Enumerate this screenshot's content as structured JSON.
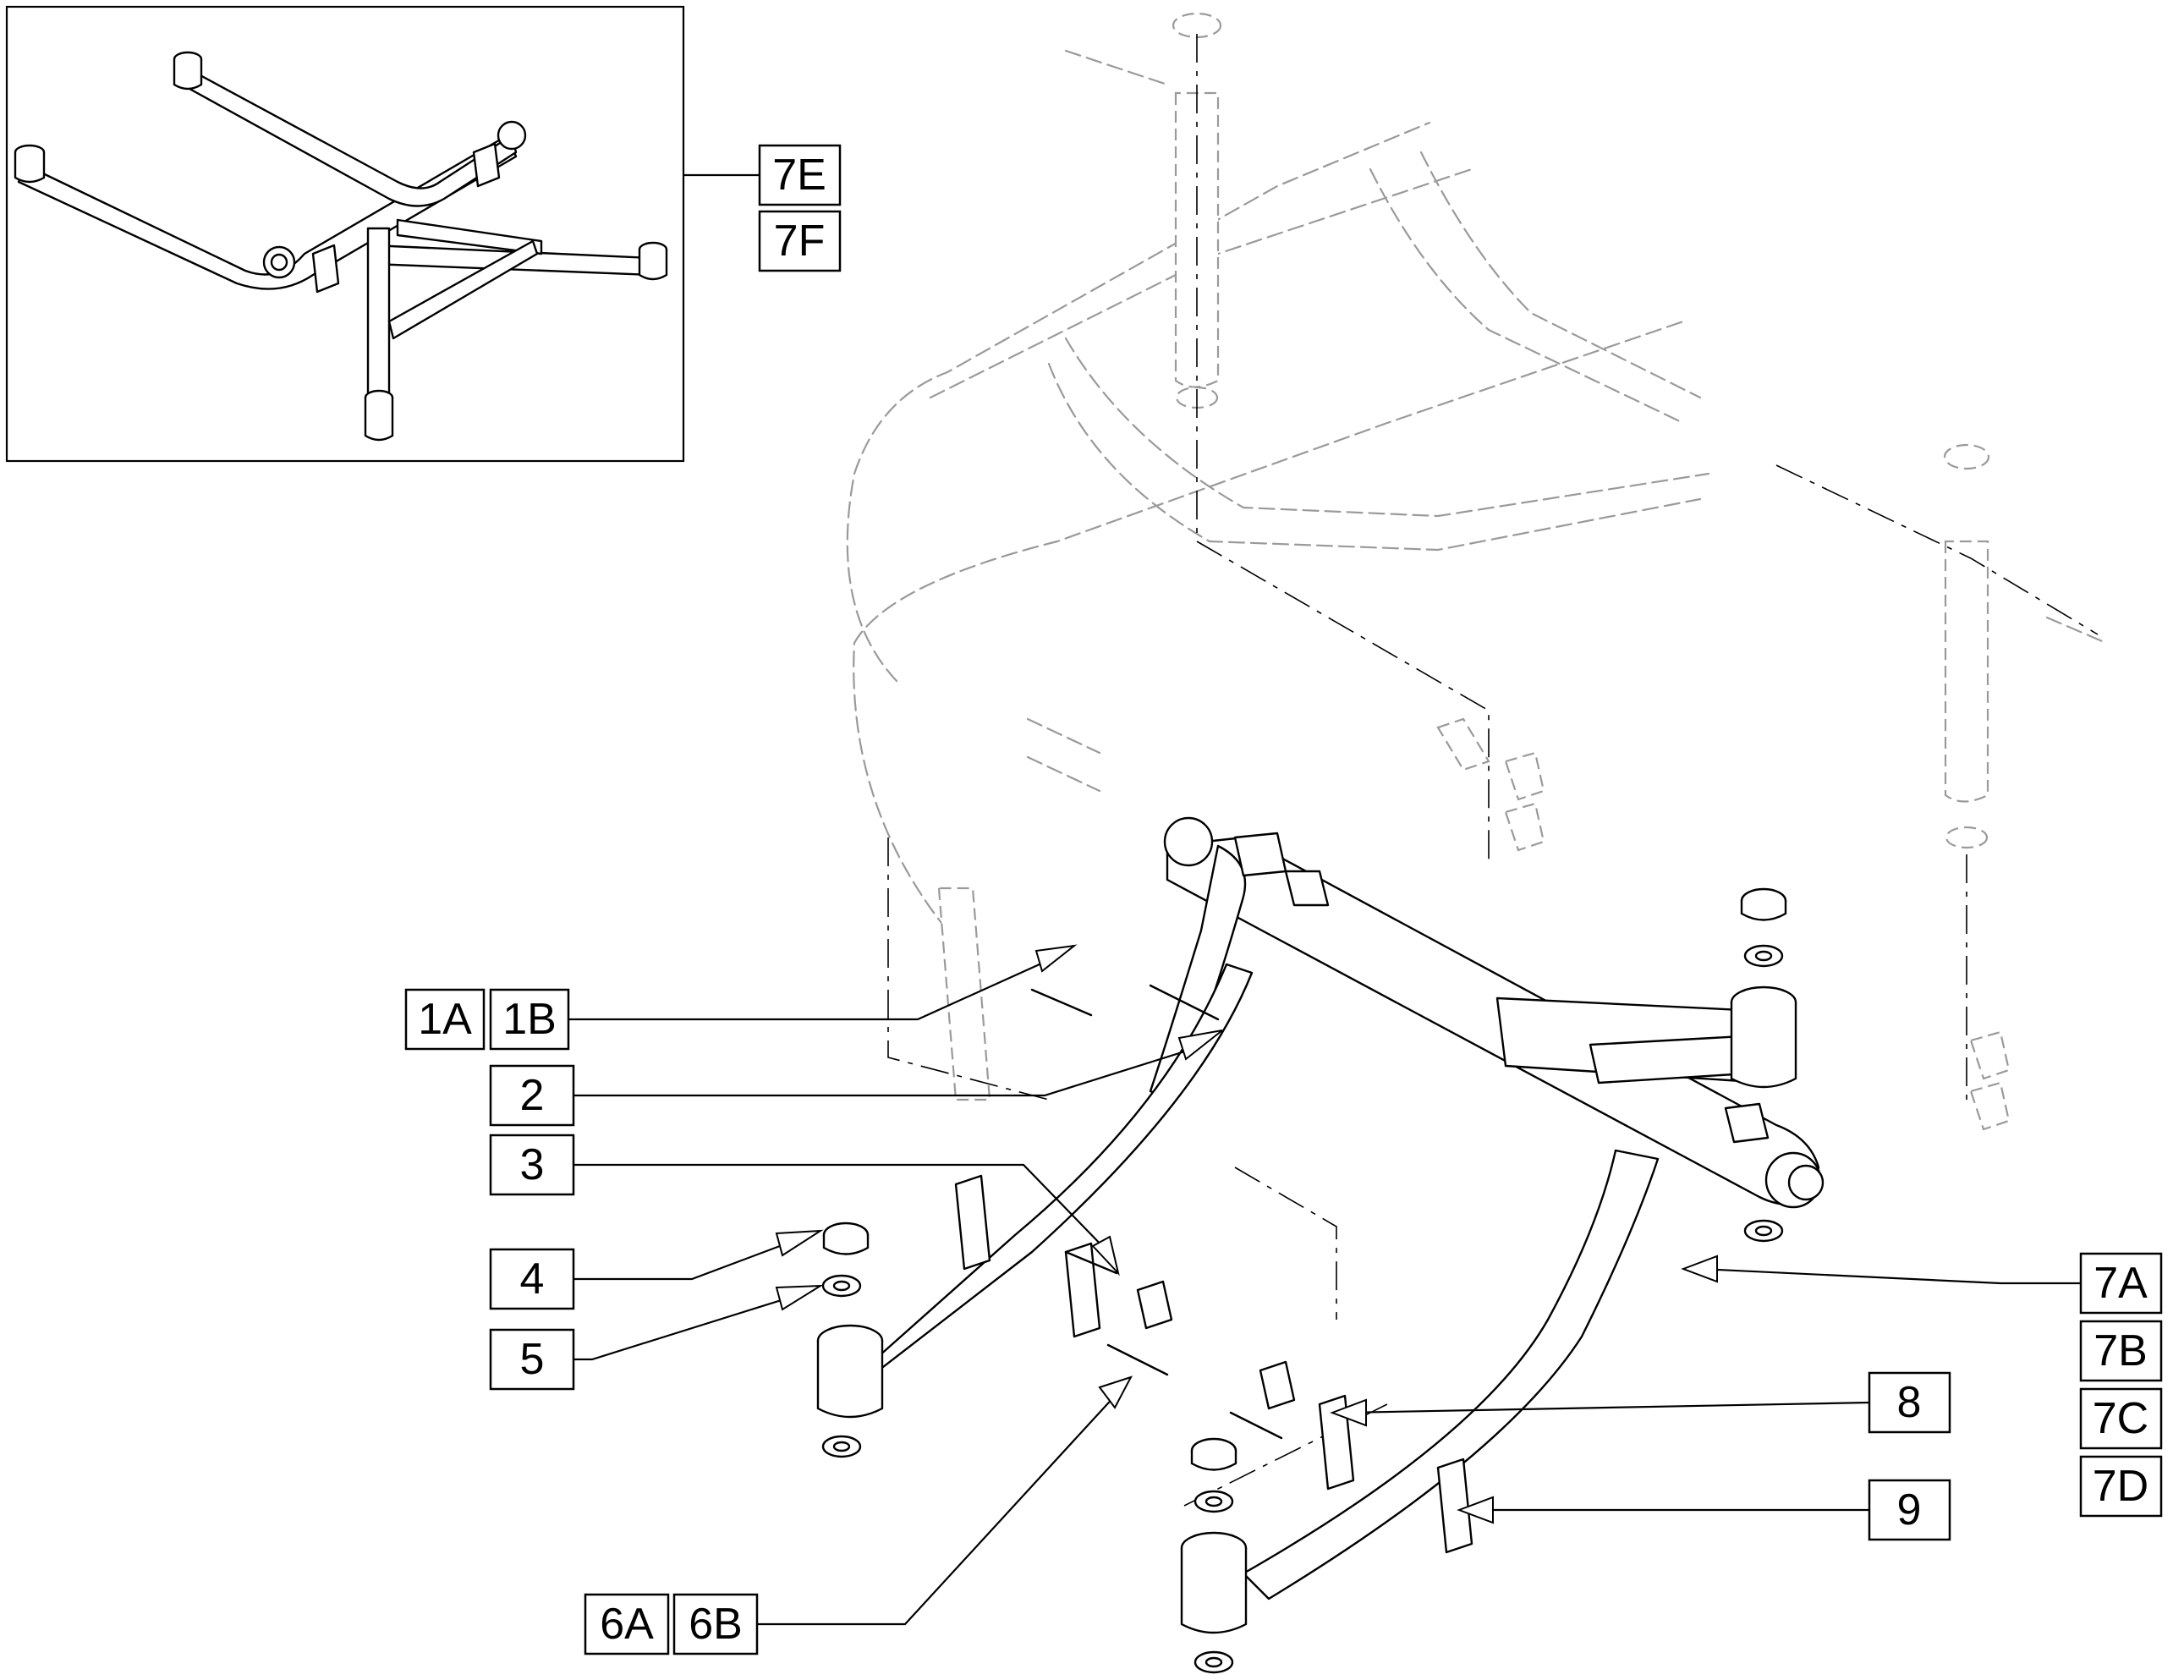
{
  "callouts": {
    "c1a": "1A",
    "c1b": "1B",
    "c2": "2",
    "c3": "3",
    "c4": "4",
    "c5": "5",
    "c6a": "6A",
    "c6b": "6B",
    "c7a": "7A",
    "c7b": "7B",
    "c7c": "7C",
    "c7d": "7D",
    "c7e": "7E",
    "c7f": "7F",
    "c8": "8",
    "c9": "9"
  }
}
